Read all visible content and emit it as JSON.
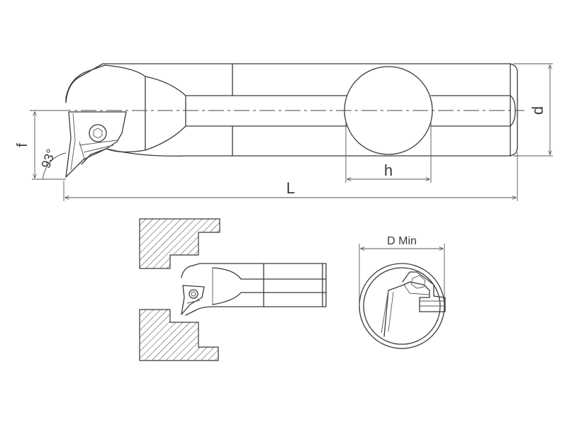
{
  "labels": {
    "f": "f",
    "angle": "93°",
    "h": "h",
    "L": "L",
    "d": "d",
    "d_min": "D Min"
  },
  "colors": {
    "line": "#3a3a3a",
    "background": "#ffffff"
  }
}
